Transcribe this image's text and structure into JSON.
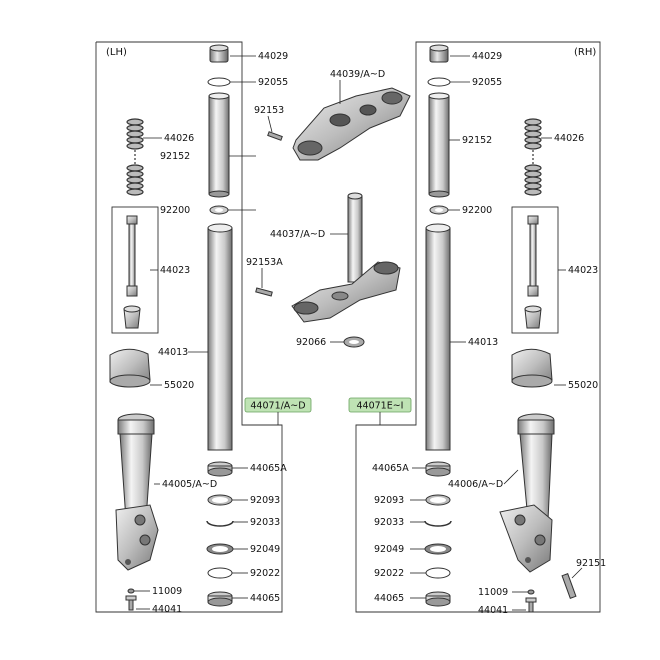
{
  "sides": {
    "left": "(LH)",
    "right": "(RH)"
  },
  "assemblies": {
    "left": "44071/A~D",
    "right": "44071E~I"
  },
  "labels": {
    "lh_44029": "44029",
    "lh_92055": "92055",
    "lh_44026": "44026",
    "lh_92152": "92152",
    "lh_92200": "92200",
    "lh_44023": "44023",
    "lh_44013": "44013",
    "lh_55020": "55020",
    "lh_44065A": "44065A",
    "lh_44005": "44005/A~D",
    "lh_92093": "92093",
    "lh_92033": "92033",
    "lh_92049": "92049",
    "lh_92022": "92022",
    "lh_11009": "11009",
    "lh_44065": "44065",
    "lh_44041": "44041",
    "c_44039": "44039/A~D",
    "c_92153": "92153",
    "c_44037": "44037/A~D",
    "c_92153A": "92153A",
    "c_92066": "92066",
    "rh_44029": "44029",
    "rh_92055": "92055",
    "rh_44026": "44026",
    "rh_92152": "92152",
    "rh_92200": "92200",
    "rh_44023": "44023",
    "rh_44013": "44013",
    "rh_55020": "55020",
    "rh_44065A": "44065A",
    "rh_44006": "44006/A~D",
    "rh_92093": "92093",
    "rh_92033": "92033",
    "rh_92049": "92049",
    "rh_92022": "92022",
    "rh_92151": "92151",
    "rh_11009": "11009",
    "rh_44065": "44065",
    "rh_44041": "44041"
  }
}
